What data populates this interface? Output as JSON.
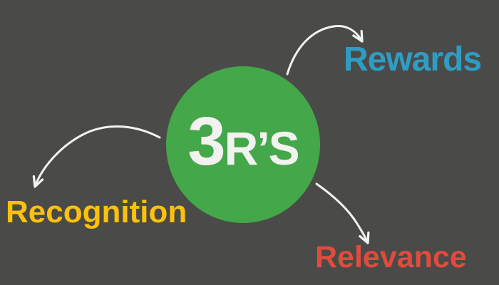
{
  "canvas": {
    "background_color": "#4a4a48"
  },
  "center": {
    "big_text": "3",
    "small_text": "R’S",
    "circle_color": "#44a749",
    "text_color": "#f2f3f0"
  },
  "nodes": [
    {
      "id": "rewards",
      "label": "Rewards",
      "color": "#2f9dc3",
      "position": "top-right"
    },
    {
      "id": "recognition",
      "label": "Recognition",
      "color": "#fdc00d",
      "position": "bottom-left"
    },
    {
      "id": "relevance",
      "label": "Relevance",
      "color": "#e04b3e",
      "position": "bottom-right"
    }
  ],
  "arrows": {
    "color": "#f3f3f1",
    "style": "curved, open chevron arrowhead",
    "connections": [
      {
        "from": "center-circle",
        "to": "rewards"
      },
      {
        "from": "center-circle",
        "to": "recognition"
      },
      {
        "from": "center-circle",
        "to": "relevance"
      }
    ]
  }
}
